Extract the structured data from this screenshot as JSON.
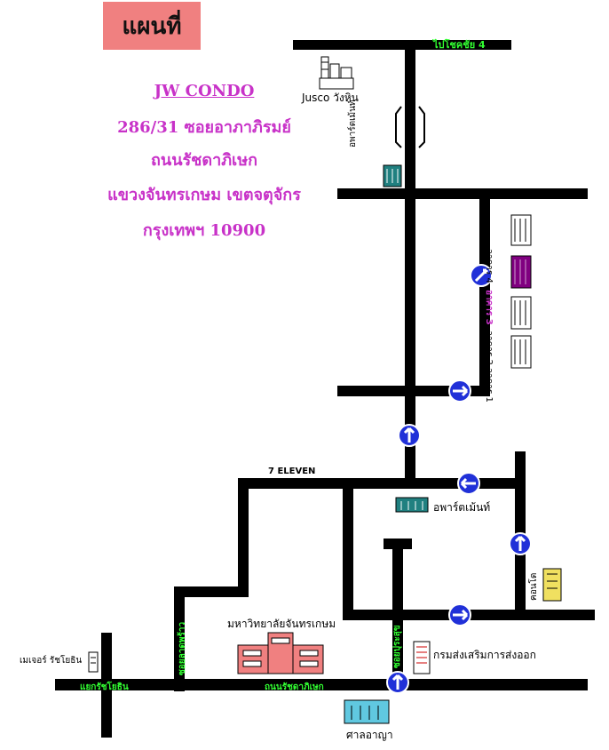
{
  "title": "แผนที่",
  "address": {
    "name": "JW CONDO",
    "line1": "286/31 ซอยอาภาภิรมย์",
    "line2": "ถนนรัชดาภิเษก",
    "line3": "แขวงจันทรเกษม เขตจตุจักร",
    "line4": "กรุงเทพฯ 10900"
  },
  "labels": {
    "to_chok_chai_4": "ไปโชคชัย 4",
    "jusco": "Jusco วังหิน",
    "apartment_left": "อพาร์ตเม้นท์",
    "seven_eleven": "7 ELEVEN",
    "apartment_center": "อพาร์ตเม้นท์",
    "building_4": "อาคาร 4",
    "building_3": "อาคาร 3",
    "building_2": "อาคาร 2",
    "building_1": "อาคาร 1",
    "condo_right": "คอนโด",
    "university": "มหาวิทยาลัยจันทรเกษม",
    "dept_export": "กรมส่งเสริมการส่งออก",
    "major": "เมเจอร์ รัชโยธิน",
    "ratchayothin": "แยกรัชโยธิน",
    "soi_lat_phrao": "ซอยลาดพร้าว",
    "ratchada_road": "ถนนรัชดาภิเษก",
    "court": "ศาลอาญา",
    "soi_center": "ซอยปุระสุข"
  },
  "colors": {
    "road": "#000000",
    "address_text": "#c832c8",
    "street_label": "#32ff32",
    "title_bg": "#f08080",
    "arrow_sign": "#2030d8",
    "university_bldg": "#f08080",
    "court_bldg": "#60c8e0",
    "apartment_bldg": "#208080",
    "condo_bldg": "#f0e060",
    "highlight_bldg": "#800080"
  }
}
